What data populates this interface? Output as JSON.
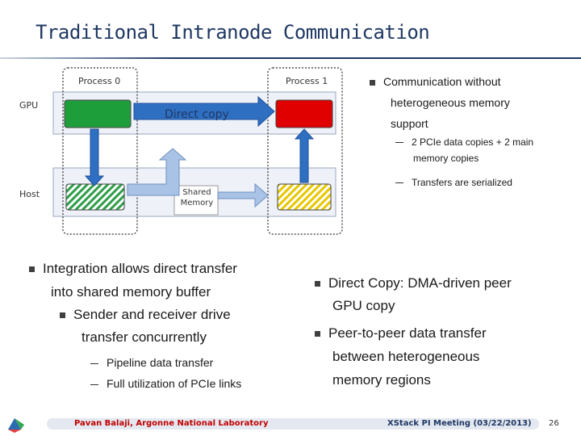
{
  "slide": {
    "title": "Traditional Intranode Communication"
  },
  "diagram": {
    "process0_label": "Process 0",
    "process1_label": "Process 1",
    "gpu_label": "GPU",
    "host_label": "Host",
    "direct_copy_label": "Direct copy",
    "shared_memory_label_line1": "Shared",
    "shared_memory_label_line2": "Memory",
    "colors": {
      "gpu0": "#1e9e3a",
      "gpu1": "#e00000",
      "host0_hatch": "#2e9e4a",
      "host1_hatch": "#e6c700",
      "blue_arrow": "#2f6fc2",
      "light_arrow": "#a9c3e6",
      "panel": "#eef1f8"
    }
  },
  "right_bullets": {
    "main_line1": "Communication without",
    "main_line2": "heterogeneous memory",
    "main_line3": "support",
    "sub1_line1": "2 PCIe data copies + 2 main",
    "sub1_line2": "memory copies",
    "sub2": "Transfers are serialized"
  },
  "left_bullets": {
    "b1_line1": "Integration allows direct transfer",
    "b1_line2": "into shared memory buffer",
    "b2_line1": "Sender and receiver drive",
    "b2_line2": "transfer concurrently",
    "b3": "Pipeline data transfer",
    "b4": "Full utilization of PCIe links"
  },
  "right_lower_bullets": {
    "b1_line1": "Direct Copy: DMA-driven peer",
    "b1_line2": "GPU copy",
    "b2_line1": "Peer-to-peer data transfer",
    "b2_line2": "between heterogeneous",
    "b2_line3": "memory regions"
  },
  "footer": {
    "left": "Pavan Balaji, Argonne National Laboratory",
    "right": "XStack PI Meeting (03/22/2013)",
    "page": "26"
  }
}
